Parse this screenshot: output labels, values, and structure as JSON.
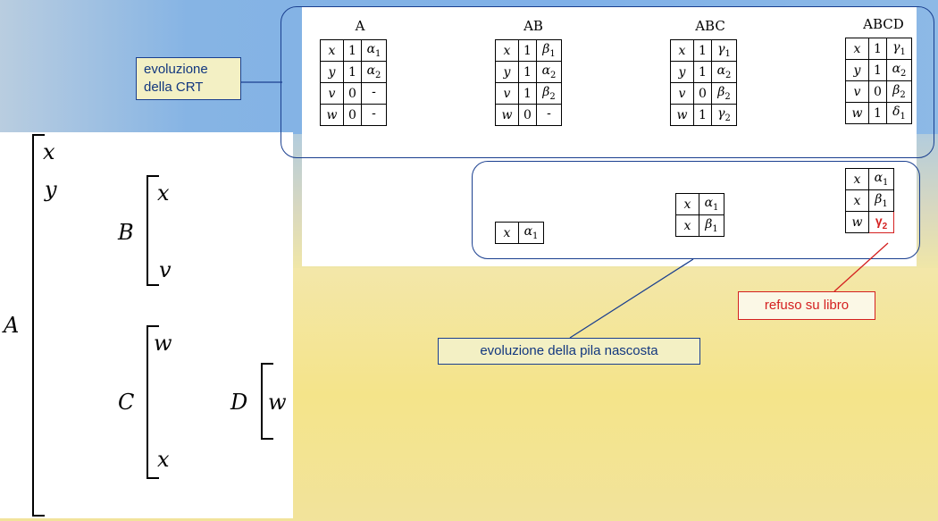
{
  "tree": {
    "A": "A",
    "B": "B",
    "C": "C",
    "D": "D",
    "x1": "x",
    "y": "y",
    "x2": "x",
    "v": "v",
    "w1": "w",
    "x3": "x",
    "w2": "w"
  },
  "crt_tables": [
    {
      "title": "A",
      "rows": [
        [
          "x",
          "1",
          "α",
          "1"
        ],
        [
          "y",
          "1",
          "α",
          "2"
        ],
        [
          "v",
          "0",
          "-",
          ""
        ],
        [
          "w",
          "0",
          "-",
          ""
        ]
      ]
    },
    {
      "title": "AB",
      "rows": [
        [
          "x",
          "1",
          "β",
          "1"
        ],
        [
          "y",
          "1",
          "α",
          "2"
        ],
        [
          "v",
          "1",
          "β",
          "2"
        ],
        [
          "w",
          "0",
          "-",
          ""
        ]
      ]
    },
    {
      "title": "ABC",
      "rows": [
        [
          "x",
          "1",
          "γ",
          "1"
        ],
        [
          "y",
          "1",
          "α",
          "2"
        ],
        [
          "v",
          "0",
          "β",
          "2"
        ],
        [
          "w",
          "1",
          "γ",
          "2"
        ]
      ]
    },
    {
      "title": "ABCD",
      "rows": [
        [
          "x",
          "1",
          "γ",
          "1"
        ],
        [
          "y",
          "1",
          "α",
          "2"
        ],
        [
          "v",
          "0",
          "β",
          "2"
        ],
        [
          "w",
          "1",
          "δ",
          "1"
        ]
      ]
    }
  ],
  "stack_tables": [
    {
      "rows": [
        [
          "x",
          "α",
          "1"
        ]
      ]
    },
    {
      "rows": [
        [
          "x",
          "α",
          "1"
        ],
        [
          "x",
          "β",
          "1"
        ]
      ]
    },
    {
      "rows": [
        [
          "x",
          "α",
          "1"
        ],
        [
          "x",
          "β",
          "1"
        ],
        [
          "w",
          "γ",
          "2"
        ]
      ]
    }
  ],
  "callouts": {
    "crt_line1": "evoluzione",
    "crt_line2": "della CRT",
    "stack": "evoluzione della pila nascosta",
    "typo": "refuso su libro"
  },
  "colors": {
    "box_border": "#1a3f8f",
    "typo_red": "#d42020"
  }
}
